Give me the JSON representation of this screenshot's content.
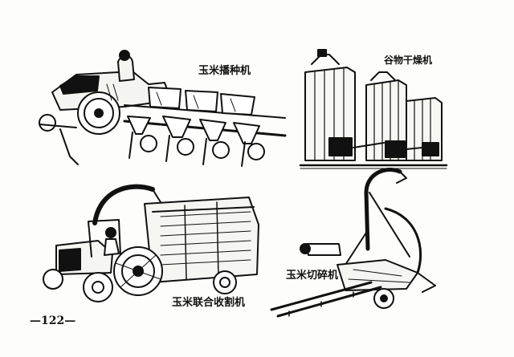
{
  "captions": {
    "planter": "玉米播种机",
    "dryer": "谷物干燥机",
    "harvester": "玉米联合收割机",
    "chopper": "玉米切碎机"
  },
  "page_number": "—122—",
  "colors": {
    "ink": "#111111",
    "paper": "#fdfdfb"
  }
}
